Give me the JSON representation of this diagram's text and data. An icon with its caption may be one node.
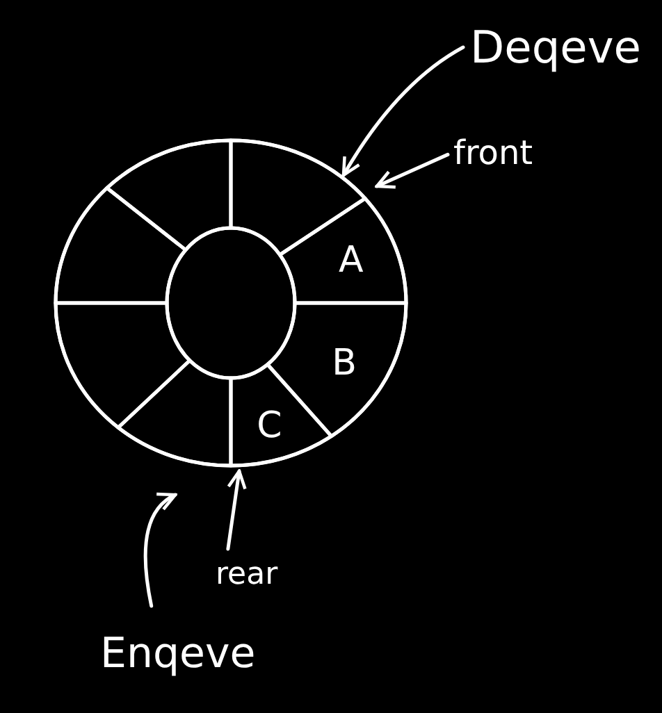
{
  "diagram": {
    "nodes": [
      {
        "text": [],
        "shape": "circle"
      },
      {
        "text": [],
        "shape": "box",
        "in": 0
      },
      {
        "text": [
          "A"
        ],
        "in": 0
      },
      {
        "text": [
          "B"
        ],
        "in": 0
      },
      {
        "text": [
          "C"
        ],
        "in": 0
      },
      {
        "text": [],
        "shape": "box",
        "in": 0
      },
      {
        "text": [],
        "shape": "box",
        "in": 0
      },
      {
        "text": [],
        "shape": "box",
        "in": 0
      },
      {
        "text": [],
        "shape": "box",
        "in": 0
      },
      {
        "text": [
          "Deqeve"
        ]
      },
      {
        "text": [
          "front"
        ]
      },
      {
        "text": [
          "rear"
        ]
      },
      {
        "text": [
          "Enqeve"
        ]
      }
    ],
    "edges": [
      {
        "from": 9,
        "to": 0,
        "arrow": "to"
      },
      {
        "from": 10,
        "to": 2,
        "arrow": "to"
      },
      {
        "from": 11,
        "to": 4,
        "arrow": "to"
      },
      {
        "from": 12,
        "to": 5,
        "arrow": "to"
      }
    ]
  }
}
